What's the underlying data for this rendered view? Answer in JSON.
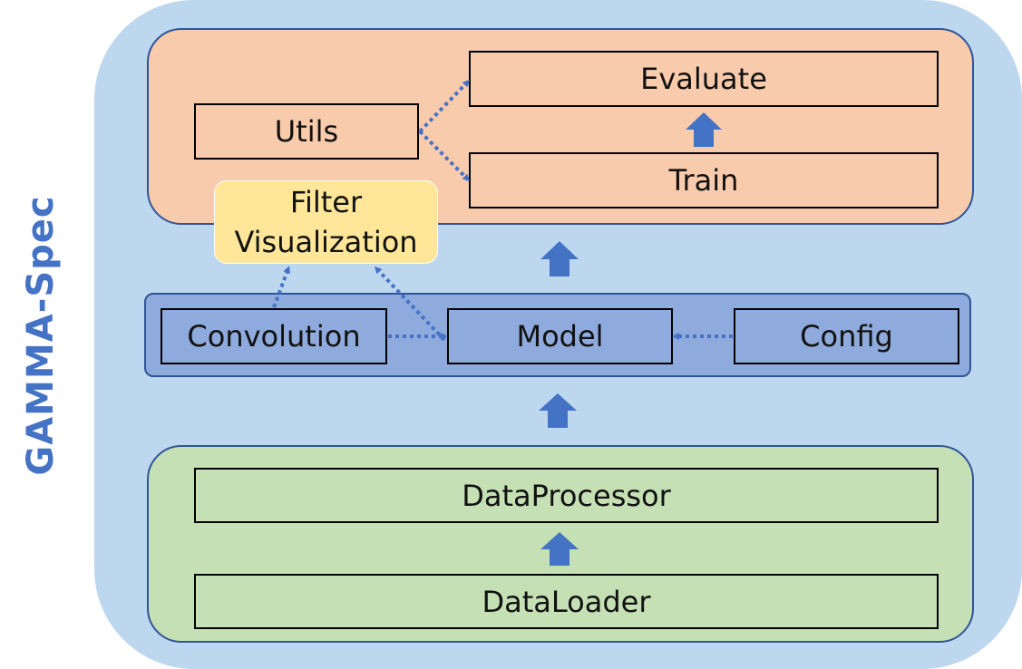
{
  "side_title": "GAMMA-Spec",
  "boxes": {
    "evaluate": "Evaluate",
    "utils": "Utils",
    "train": "Train",
    "filter_line1": "Filter",
    "filter_line2": "Visualization",
    "convolution": "Convolution",
    "model": "Model",
    "config": "Config",
    "data_processor": "DataProcessor",
    "data_loader": "DataLoader"
  },
  "colors": {
    "background": "#bdd7ee",
    "top_group": "#f8cbad",
    "middle_group": "#8faadc",
    "bottom_group": "#c5e0b4",
    "filter_box": "#ffe699",
    "arrow": "#4472c4",
    "title": "#4472c4"
  }
}
